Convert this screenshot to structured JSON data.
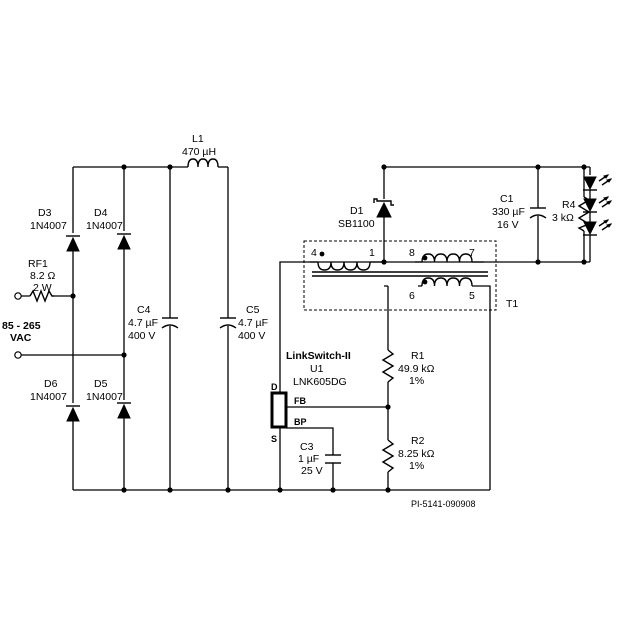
{
  "rf1": {
    "ref": "RF1",
    "value": "8.2 Ω",
    "power": "2 W"
  },
  "input": {
    "line1": "85 - 265",
    "line2": "VAC"
  },
  "d3": {
    "ref": "D3",
    "part": "1N4007"
  },
  "d4": {
    "ref": "D4",
    "part": "1N4007"
  },
  "d5": {
    "ref": "D5",
    "part": "1N4007"
  },
  "d6": {
    "ref": "D6",
    "part": "1N4007"
  },
  "l1": {
    "ref": "L1",
    "value": "470 µH"
  },
  "c4": {
    "ref": "C4",
    "value": "4.7 µF",
    "voltage": "400 V"
  },
  "c5": {
    "ref": "C5",
    "value": "4.7 µF",
    "voltage": "400 V"
  },
  "d1": {
    "ref": "D1",
    "part": "SB1100"
  },
  "c1": {
    "ref": "C1",
    "value": "330 µF",
    "voltage": "16 V"
  },
  "r4": {
    "ref": "R4",
    "value": "3 kΩ"
  },
  "t1": {
    "ref": "T1",
    "pins": [
      "4",
      "1",
      "8",
      "7",
      "6",
      "5"
    ]
  },
  "u1": {
    "family": "LinkSwitch-II",
    "ref": "U1",
    "part": "LNK605DG",
    "pins": {
      "d": "D",
      "fb": "FB",
      "bp": "BP",
      "s": "S"
    }
  },
  "r1": {
    "ref": "R1",
    "value": "49.9 kΩ",
    "tol": "1%"
  },
  "r2": {
    "ref": "R2",
    "value": "8.25 kΩ",
    "tol": "1%"
  },
  "c3": {
    "ref": "C3",
    "value": "1 µF",
    "voltage": "25 V"
  },
  "drawing_id": "PI-5141-090908"
}
